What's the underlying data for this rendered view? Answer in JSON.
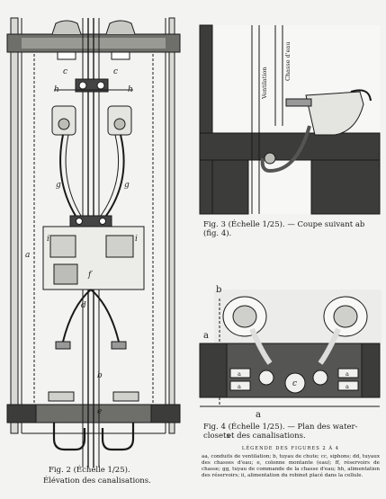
{
  "fig2": {
    "caption": "Fig. 2 (Échelle 1/25).",
    "subcaption": "Élévation des canalisations.",
    "labels": {
      "c1": "c",
      "c2": "c",
      "h1": "h",
      "h2": "h",
      "g1": "g",
      "g2": "g",
      "i1": "i",
      "i2": "i",
      "a": "a",
      "f": "f",
      "d": "d",
      "b": "b",
      "e": "e"
    }
  },
  "fig3": {
    "caption": "Fig. 3 (Échelle 1/25). — Coupe suivant ab (fig. 4).",
    "pipe_labels": [
      "Ventilation",
      "Chasse d'eau"
    ]
  },
  "fig4": {
    "caption_line1": "Fig. 4 (Échelle 1/25). — Plan des water-closets",
    "caption_line2": "et des canalisations.",
    "labels": {
      "a_top": "a",
      "b": "b",
      "c": "c",
      "a_bottom": "a",
      "a_box1": "a",
      "a_box2": "a",
      "a_box3": "a",
      "a_box4": "a"
    }
  },
  "legend": {
    "title": "LÉGENDE DES FIGURES 2 À 4",
    "text": "aa, conduits de ventilation; b, tuyau de chute; cc, siphons; dd, tuyaux des chasses d'eau; e, colonne montante (eau); ff, réservoirs de chasse; gg, tuyau de commande de la chasse d'eau; hh, alimentation des réservoirs; ii, alimentation du robinet placé dans la cellule."
  }
}
